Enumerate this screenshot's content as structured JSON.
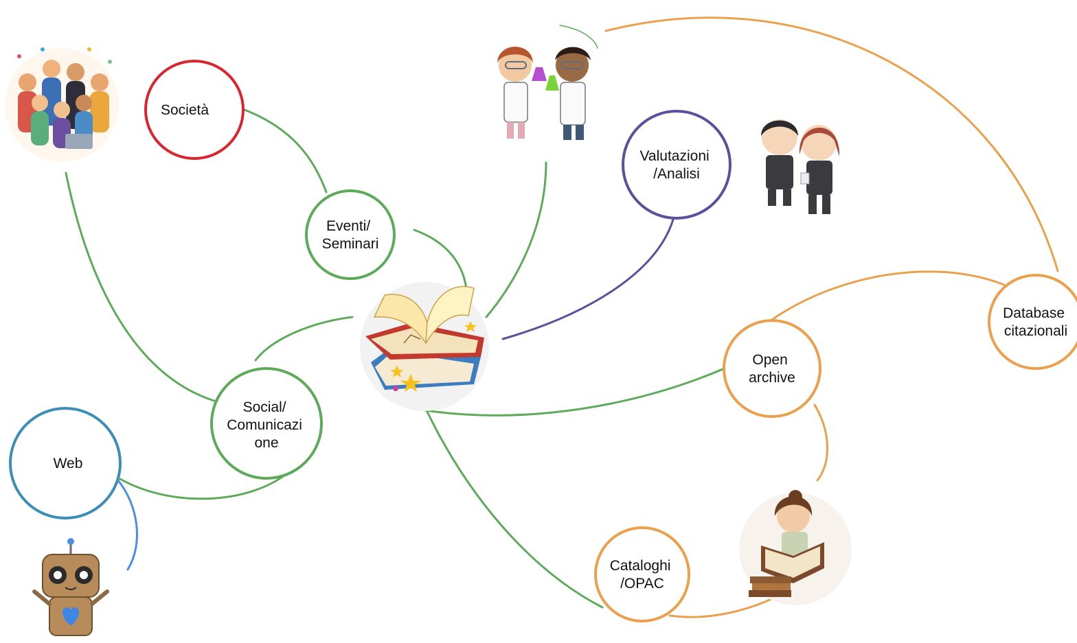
{
  "colors": {
    "green": "#5DAA5A",
    "orange": "#EBA04E",
    "purple": "#5E4F9E",
    "red": "#D9262E",
    "blue": "#3C8DB8",
    "light_blue": "#4A8CE8",
    "hub": "#F2F2F2"
  },
  "hub": {
    "icon": "open-books-illustration"
  },
  "nodes": [
    {
      "id": "societa",
      "lines": [
        "Società"
      ],
      "color": "red"
    },
    {
      "id": "eventi",
      "lines": [
        "Eventi/",
        "Seminari"
      ],
      "color": "green"
    },
    {
      "id": "valutazioni",
      "lines": [
        "Valutazioni",
        "/Analisi"
      ],
      "color": "purple"
    },
    {
      "id": "database",
      "lines": [
        "Database",
        "citazionali"
      ],
      "color": "orange"
    },
    {
      "id": "open-archive",
      "lines": [
        "Open",
        "archive"
      ],
      "color": "orange"
    },
    {
      "id": "social",
      "lines": [
        "Social/",
        "Comunicazi",
        "one"
      ],
      "color": "green"
    },
    {
      "id": "web",
      "lines": [
        "Web"
      ],
      "color": "blue"
    },
    {
      "id": "cataloghi",
      "lines": [
        "Cataloghi",
        "/OPAC"
      ],
      "color": "orange"
    }
  ],
  "illustrations": [
    {
      "id": "crowd",
      "icon": "cheering-crowd-illustration"
    },
    {
      "id": "scientists",
      "icon": "child-scientists-illustration"
    },
    {
      "id": "business",
      "icon": "business-people-illustration"
    },
    {
      "id": "librarian",
      "icon": "reader-with-books-illustration"
    },
    {
      "id": "robot",
      "icon": "robot-illustration"
    }
  ]
}
